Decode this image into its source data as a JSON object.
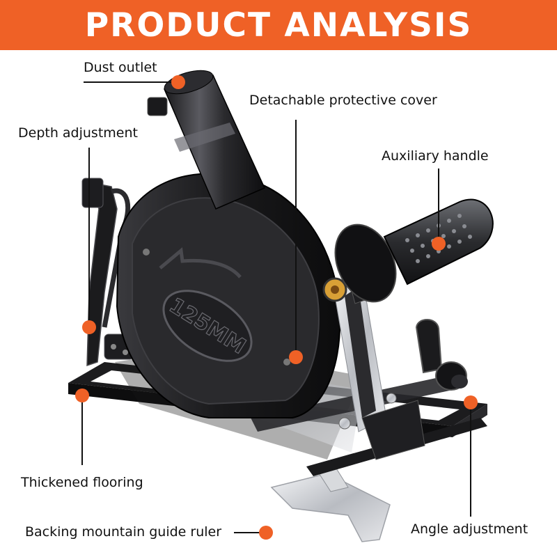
{
  "banner": {
    "title": "PRODUCT ANALYSIS"
  },
  "labels": {
    "dust_outlet": "Dust outlet",
    "protective_cover": "Detachable protective cover",
    "depth_adjustment": "Depth adjustment",
    "auxiliary_handle": "Auxiliary handle",
    "thickened_flooring": "Thickened flooring",
    "guide_ruler": "Backing mountain guide ruler",
    "angle_adjustment": "Angle adjustment"
  },
  "product": {
    "cover_marking": "125MM"
  },
  "colors": {
    "accent": "#ef6126",
    "banner_text": "#ffffff",
    "body": "#1b1b1d",
    "text": "#111111"
  },
  "icons": {
    "marker": "orange-dot-marker"
  }
}
